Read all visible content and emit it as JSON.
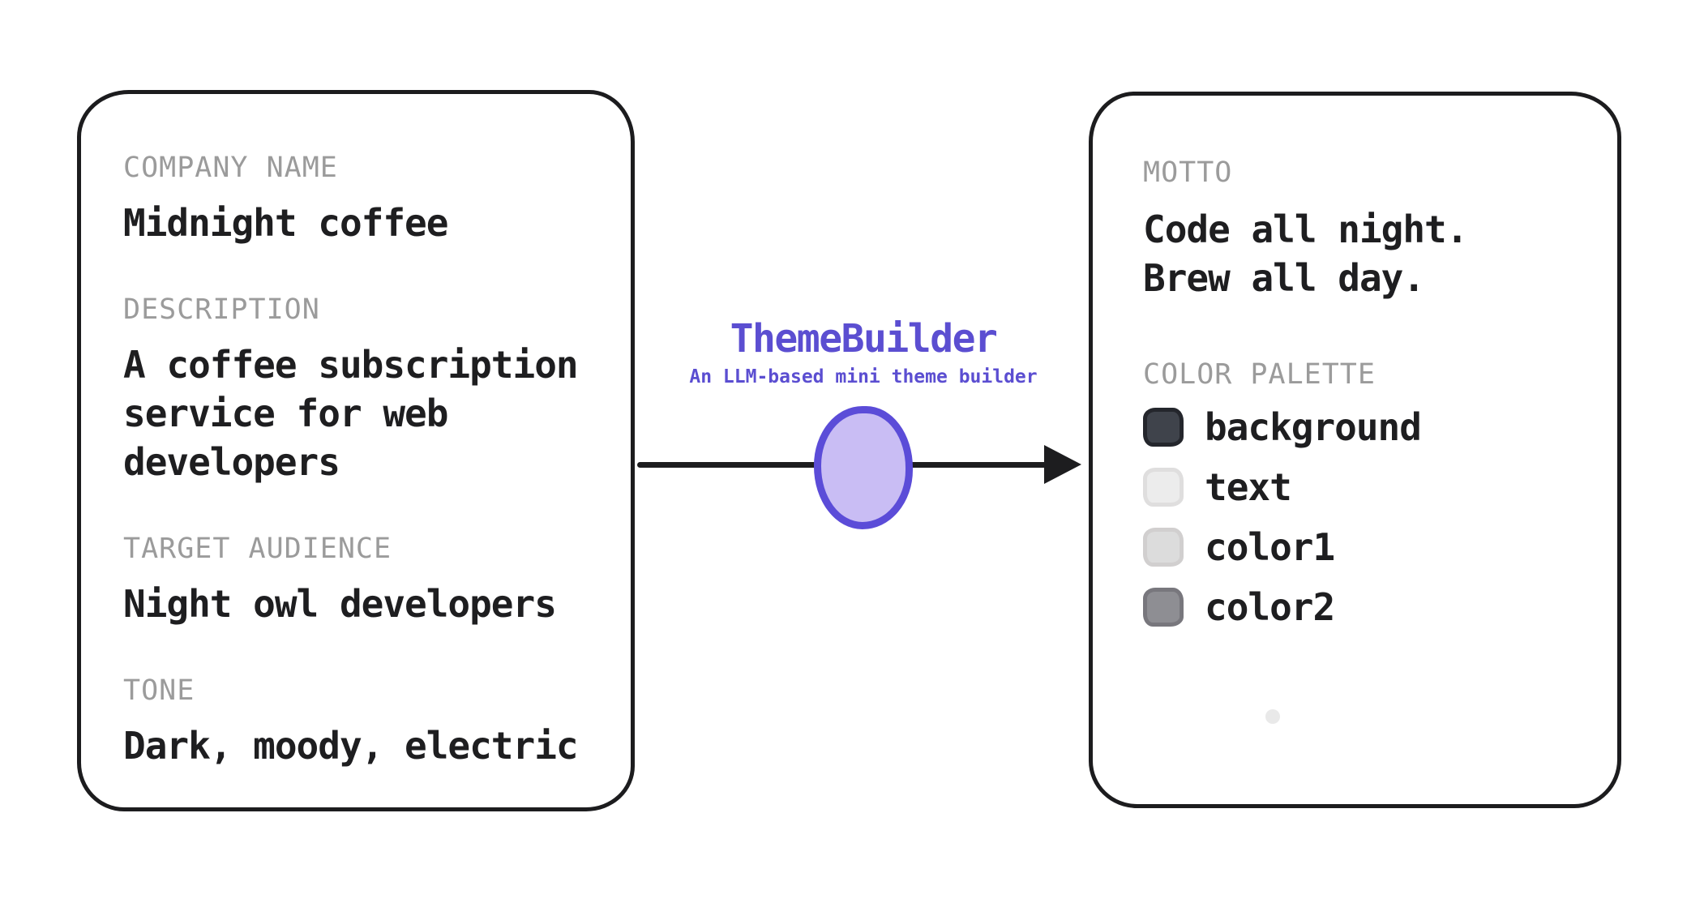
{
  "diagram_title": "ThemeBuilder",
  "left_card": {
    "fields": [
      {
        "label": "COMPANY NAME",
        "value": "Midnight coffee"
      },
      {
        "label": "DESCRIPTION",
        "value": "A coffee subscription service for web developers"
      },
      {
        "label": "TARGET AUDIENCE",
        "value": "Night owl developers"
      },
      {
        "label": "TONE",
        "value": "Dark, moody, electric"
      }
    ]
  },
  "processor": {
    "title": "ThemeBuilder",
    "subtitle": "An LLM-based mini theme builder",
    "accent": "#5b4ed1",
    "node_fill": "#c9bdf4",
    "node_border": "#5b4cd8"
  },
  "right_card": {
    "motto_label": "MOTTO",
    "motto_lines": [
      "Code all night.",
      "Brew all day."
    ],
    "palette_label": "COLOR PALETTE",
    "palette": [
      {
        "name": "background",
        "fill": "#3f434b",
        "border": "#24262c"
      },
      {
        "name": "text",
        "fill": "#ececec",
        "border": "#dfdede"
      },
      {
        "name": "color1",
        "fill": "#dcdcdc",
        "border": "#d1cfcf"
      },
      {
        "name": "color2",
        "fill": "#8e8e93",
        "border": "#78777d"
      }
    ]
  }
}
